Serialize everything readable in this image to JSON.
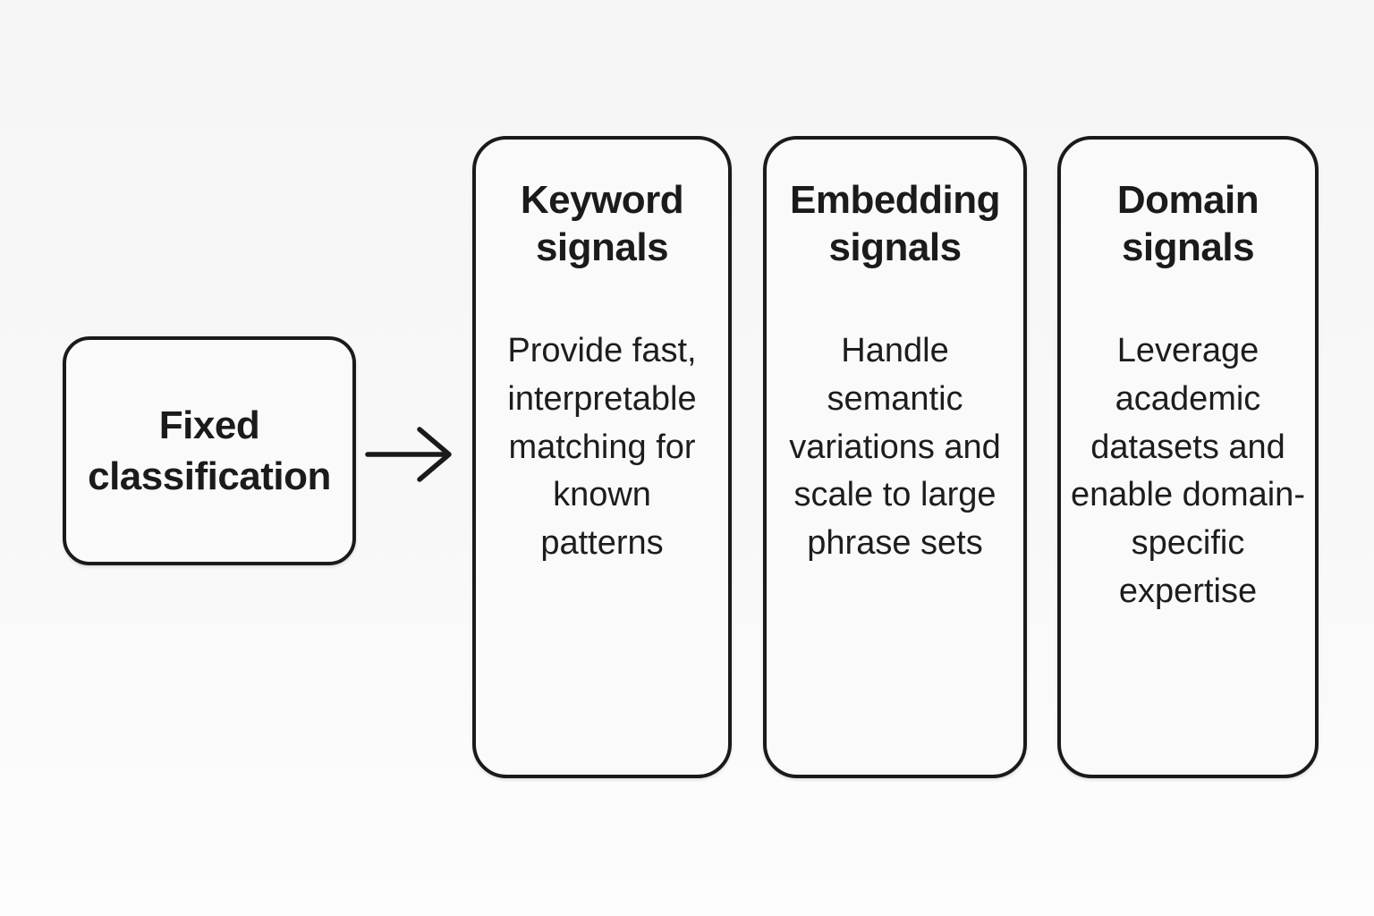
{
  "colors": {
    "background": "#f7f7f7",
    "box_background": "#fafafa",
    "border": "#1a1a1a",
    "text": "#1d1d1f"
  },
  "source_box": {
    "label": "Fixed classification"
  },
  "arrow": {
    "icon": "right-arrow"
  },
  "panels": [
    {
      "title": "Keyword signals",
      "body": "Provide fast, interpretable matching for known patterns"
    },
    {
      "title": "Embedding signals",
      "body": "Handle semantic variations and scale to large phrase sets"
    },
    {
      "title": "Domain signals",
      "body": "Leverage academic datasets and enable domain-specific expertise"
    }
  ]
}
